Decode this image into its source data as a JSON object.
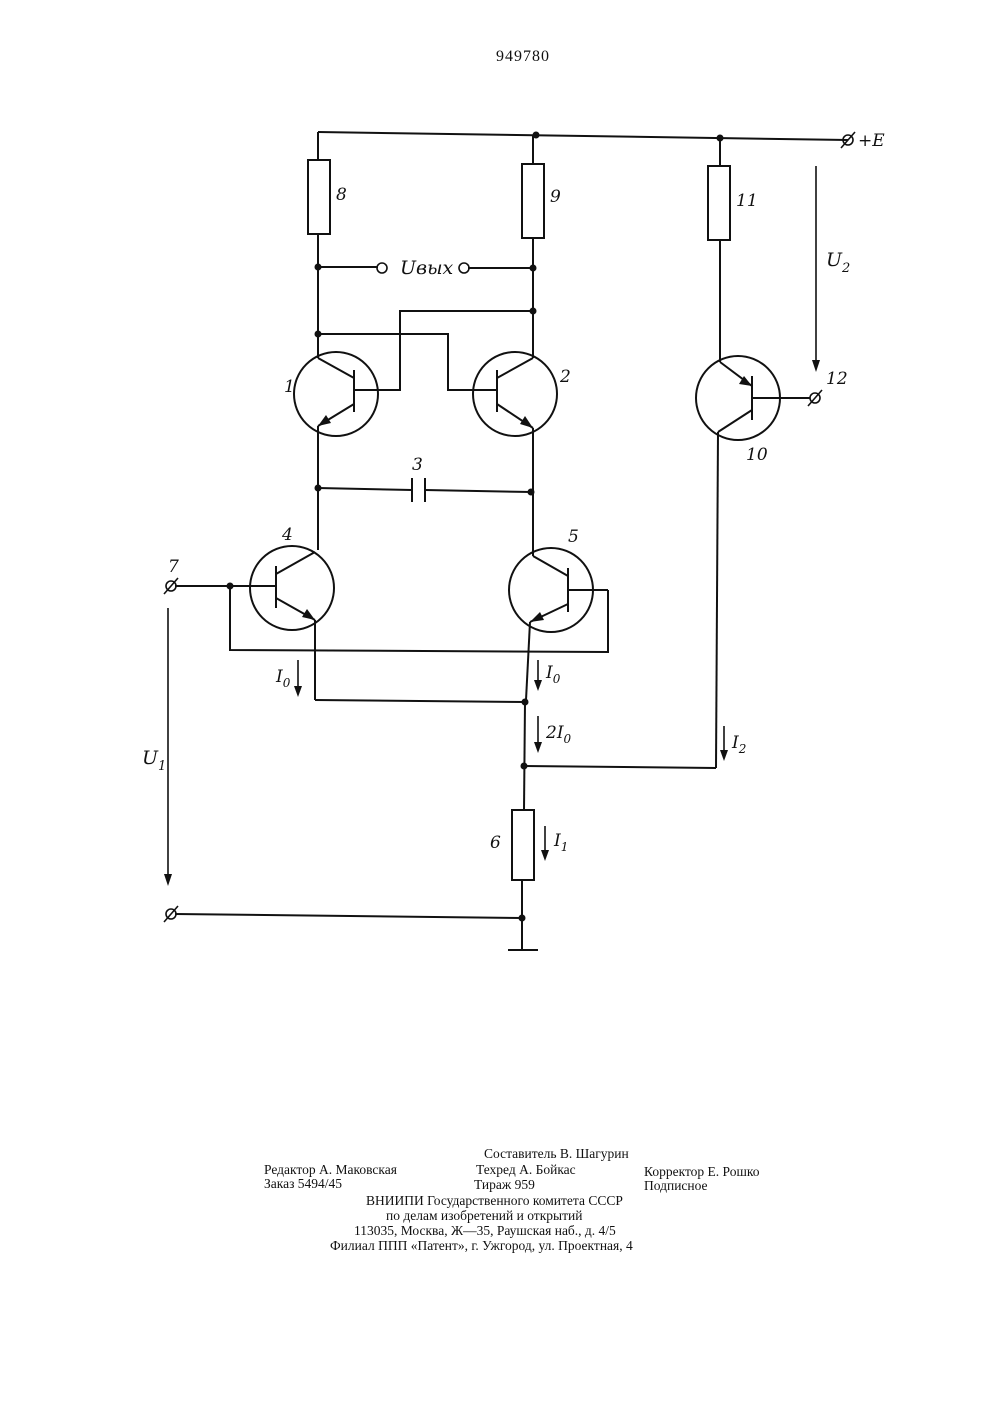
{
  "page_number": "949780",
  "labels": {
    "supply": "+E",
    "output": "Uвых",
    "u1": "U",
    "u1_sub": "1",
    "u2": "U",
    "u2_sub": "2",
    "i0_left": "I",
    "i0_left_sub": "0",
    "i0_right": "I",
    "i0_right_sub": "0",
    "i2_total": "2I",
    "i2_total_sub": "0",
    "i1": "I",
    "i1_sub": "1",
    "i2": "I",
    "i2_sub": "2",
    "components": {
      "q1": "1",
      "q2": "2",
      "c3": "3",
      "q4": "4",
      "q5": "5",
      "r6": "6",
      "t7": "7",
      "r8": "8",
      "r9": "9",
      "q10": "10",
      "r11": "11",
      "t12": "12"
    }
  },
  "footer": {
    "composer": "Составитель В. Шагурин",
    "editor": "Редактор А. Маковская",
    "techred": "Техред А. Бойкас",
    "corrector": "Корректор Е. Рошко",
    "order": "Заказ 5494/45",
    "circulation": "Тираж 959",
    "subscription": "Подписное",
    "org1": "ВНИИПИ  Государственного  комитета  СССР",
    "org2": "по  делам  изобретений  и  открытий",
    "address": "113035,  Москва,  Ж—35,  Раушская  наб.,  д.  4/5",
    "branch": "Филиал  ППП  «Патент»,  г.  Ужгород,  ул.  Проектная,  4"
  }
}
